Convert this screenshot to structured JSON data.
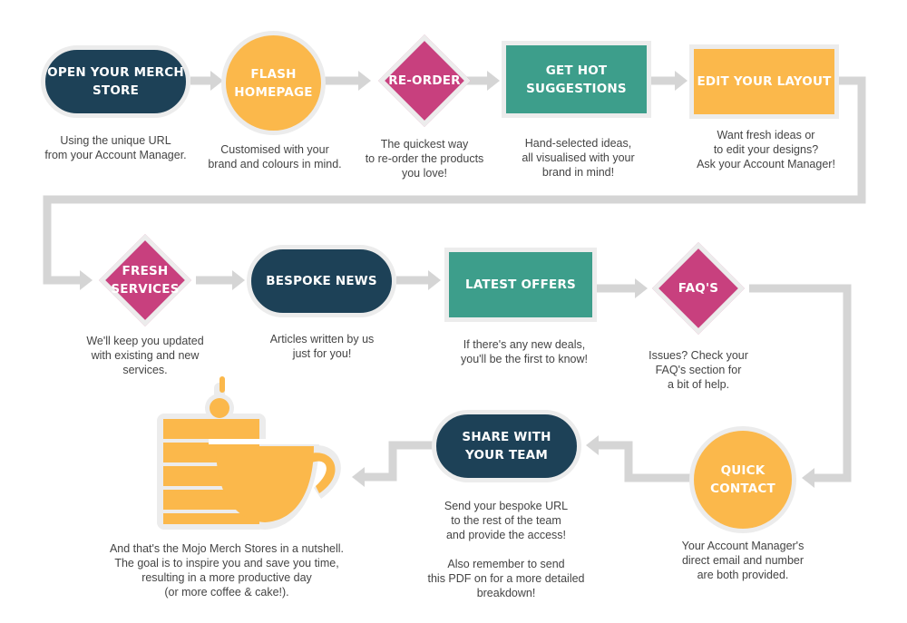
{
  "steps": [
    {
      "title": "OPEN YOUR MERCH\nSTORE",
      "desc": "Using the unique URL\nfrom your Account Manager."
    },
    {
      "title": "FLASH\nHOMEPAGE",
      "desc": "Customised with your\nbrand and colours in mind."
    },
    {
      "title": "RE-ORDER",
      "desc": "The quickest way\nto re-order the products\nyou love!"
    },
    {
      "title": "GET HOT\nSUGGESTIONS",
      "desc": "Hand-selected ideas,\nall visualised with your\nbrand in mind!"
    },
    {
      "title": "EDIT YOUR LAYOUT",
      "desc": "Want fresh ideas or\nto edit your designs?\nAsk your Account Manager!"
    },
    {
      "title": "FRESH\nSERVICES",
      "desc": "We'll keep you updated\nwith existing and new\nservices."
    },
    {
      "title": "BESPOKE NEWS",
      "desc": "Articles written by us\njust for you!"
    },
    {
      "title": "LATEST OFFERS",
      "desc": "If there's any new deals,\nyou'll be the first to know!"
    },
    {
      "title": "FAQ'S",
      "desc": "Issues? Check your\nFAQ's section for\na bit of help."
    },
    {
      "title": "QUICK\nCONTACT",
      "desc": "Your Account Manager's\ndirect email and number\nare both provided."
    },
    {
      "title": "SHARE WITH\nYOUR TEAM",
      "desc": "Send your bespoke URL\nto the rest of the team\nand provide the access!\n\nAlso remember to send\nthis PDF on for a more detailed\nbreakdown!"
    }
  ],
  "outro": "And that's the Mojo Merch Stores in a nutshell.\nThe goal is to inspire you and save you time,\nresulting in a more productive day\n(or more coffee & cake!).",
  "colors": {
    "navy": "#1d4157",
    "yellow": "#fbb84b",
    "magenta": "#c8407e",
    "teal": "#3d9e8b",
    "connector": "#d5d5d5",
    "outline": "#ececec"
  },
  "illustration": "coffee-cup-and-cake-icon"
}
